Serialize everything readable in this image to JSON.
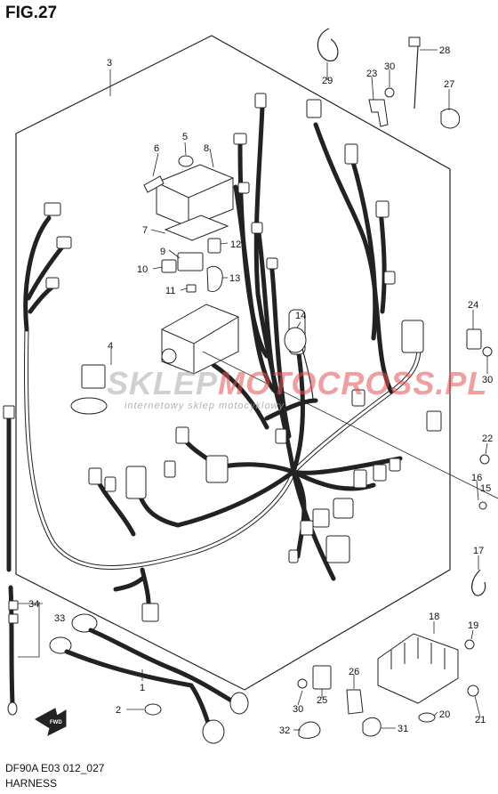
{
  "figure": {
    "title": "FIG.27"
  },
  "footer": {
    "model_code": "DF90A E03 012_027",
    "caption": "HARNESS"
  },
  "watermark": {
    "brand_part1": "SKLEP",
    "brand_part2": "MOTOCROSS.PL",
    "tagline": "internetowy sklep motocyklowy"
  },
  "fwd_label": "FWD",
  "callouts": {
    "c1": "1",
    "c2": "2",
    "c3": "3",
    "c4": "4",
    "c5": "5",
    "c6": "6",
    "c7": "7",
    "c8": "8",
    "c9": "9",
    "c10": "10",
    "c11": "11",
    "c12": "12",
    "c13": "13",
    "c14": "14",
    "c15": "15",
    "c16": "16",
    "c17": "17",
    "c18": "18",
    "c19": "19",
    "c20": "20",
    "c21": "21",
    "c22": "22",
    "c23": "23",
    "c24": "24",
    "c25": "25",
    "c26": "26",
    "c27": "27",
    "c28": "28",
    "c29": "29",
    "c30a": "30",
    "c30b": "30",
    "c30c": "30",
    "c31": "31",
    "c32": "32",
    "c33": "33",
    "c34": "34"
  }
}
